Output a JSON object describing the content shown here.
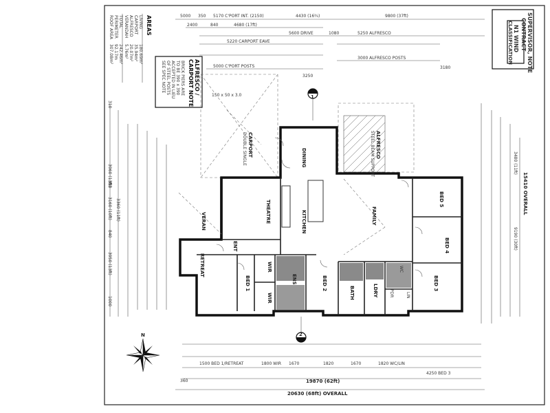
{
  "title_block": {
    "line1": "SUPERVISOR, NOTE",
    "line2": "CONTRACT",
    "line3": "N1 WIND",
    "line4": "CLASSIFICATION"
  },
  "alfresco_note": {
    "heading1": "ALFRESCO /",
    "heading2": "CARPORT NOTE",
    "body": [
      "BRICK PIERS ARE",
      "TO BE 390 x 390",
      "ACCEPTED IN LIEU",
      "OF STEEL POSTS",
      "SEE SPEC NOTE"
    ]
  },
  "areas": {
    "heading": "AREAS",
    "rows": [
      {
        "label": "LIVING",
        "value": "180.69m²"
      },
      {
        "label": "CARPORT",
        "value": "35.94m²"
      },
      {
        "label": "ALFRESCO",
        "value": "20.07m²"
      },
      {
        "label": "VERANDAH",
        "value": "5.76m²"
      },
      {
        "label": "TOTAL",
        "value": "242.46m²"
      },
      {
        "label": "PERIMETER",
        "value": "92.17m"
      },
      {
        "label": "ROOF AREA",
        "value": "307.08m²"
      }
    ]
  },
  "rooms": {
    "carport": "CARPORT",
    "carport_sub": "DOUBLE SINGLE",
    "dining": "DINING",
    "alfresco": "ALFRESCO",
    "alfresco_sub": "STEEL BEAM SUPPORT",
    "kitchen": "KITCHEN",
    "theatre": "THEATRE",
    "family": "FAMILY",
    "bed5": "BED 5",
    "bed4": "BED 4",
    "bed3": "BED 3",
    "bed2": "BED 2",
    "bed1": "BED 1",
    "retreat": "RETREAT",
    "entry": "ENT",
    "verandah": "VERAN",
    "wir": "WIR",
    "wir2": "WIR",
    "ens": "ENS",
    "bath": "BATH",
    "ldry": "LDRY",
    "pdr": "PDR",
    "wc": "WC",
    "lin": "LIN"
  },
  "markers": {
    "section1": "1",
    "section2": "2"
  },
  "compass": {
    "label": "N"
  },
  "top_dims": {
    "d1": "5000",
    "d2": "350",
    "d3": "5170 C'PORT INT. (2150)",
    "d4": "4430 (16¾)",
    "d5": "9800 (37ft)",
    "d6": "2400",
    "d7": "840",
    "d8": "4680 (17ft)",
    "d9": "5600 DRIVE",
    "d10": "1080",
    "d11": "5250 ALFRESCO",
    "d12": "5220 CARPORT EAVE",
    "d13": "3000 ALFRESCO POSTS",
    "d14": "5000 C'PORT POSTS",
    "d15": "3250",
    "d16": "3180",
    "d17": "150 x 50 x 3.0"
  },
  "bottom_dims": {
    "overall_inner": "19870 (62ft)",
    "overall": "20630 (68ft) OVERALL",
    "left": "360",
    "b1": "1500 BED 1/RETREAT",
    "b2": "1800 WIR",
    "b3": "1670",
    "b4": "1820",
    "b5": "1670",
    "b6": "1820 WC/LIN",
    "b7": "4250 BED 3"
  },
  "left_dims": {
    "l1": "3960 (13ft)",
    "l2": "350",
    "l3": "3160 (10ft)",
    "l4": "3360 (11ft)",
    "l5": "840",
    "l6": "3950 (13ft)",
    "l7": "1000",
    "l8": "310"
  },
  "right_dims": {
    "overall": "15410 OVERALL",
    "r1": "3480 (11ft)",
    "r2": "9190 (30ft)"
  }
}
